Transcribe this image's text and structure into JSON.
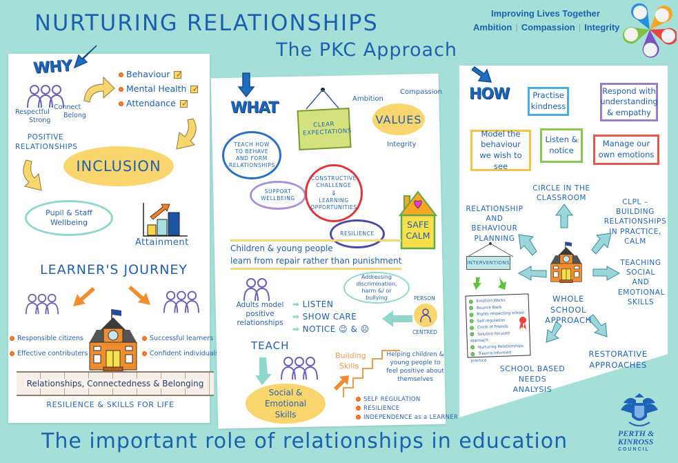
{
  "header": {
    "title": "NURTURING RELATIONSHIPS",
    "subtitle": "The PKC Approach",
    "tagline": "Improving Lives Together",
    "values": [
      "Ambition",
      "Compassion",
      "Integrity"
    ],
    "values_separator": "|"
  },
  "why": {
    "heading": "WHY",
    "checklist": [
      "Behaviour",
      "Mental Health",
      "Attendance"
    ],
    "people_words": [
      "Respectful",
      "Strong",
      "Connect",
      "Belong"
    ],
    "positive_relationships": "POSITIVE RELATIONSHIPS",
    "inclusion": "INCLUSION",
    "wellbeing": "Pupil & Staff Wellbeing",
    "attainment": "Attainment",
    "journey_title": "LEARNER'S JOURNEY",
    "capacities_left": [
      "Responsible citizens",
      "Effective contributers"
    ],
    "capacities_right": [
      "Successful learners",
      "Confident individuals"
    ],
    "foundation": "Relationships, Connectedness & Belonging",
    "resilience": "RESILIENCE & SKILLS FOR LIFE"
  },
  "what": {
    "heading": "WHAT",
    "clear_expectations": "CLEAR EXPECTATIONS",
    "values_label": "VALUES",
    "values_items": [
      "Ambition",
      "Compassion",
      "Integrity"
    ],
    "teach_bubble": "TEACH HOW TO BEHAVE AND FORM RELATIONSHIPS",
    "support_bubble": "SUPPORT WELLBEING",
    "challenge_bubble_top": "CONSTRUCTIVE CHALLENGE",
    "challenge_arrow": "⇓",
    "challenge_bubble_bottom": "LEARNING OPPORTUNITIES",
    "resilience_bubble": "RESILIENCE",
    "house_text": [
      "SAFE",
      "CALM"
    ],
    "repair_line1": "Children & young people",
    "repair_line2": "learn from repair rather than punishment",
    "addressing": "Addressing discrimination, harm &/ or bullying",
    "adults_model": "Adults model positive relationships",
    "actions": [
      "LISTEN",
      "SHOW CARE",
      "NOTICE ☺ & ☹"
    ],
    "person_centred_top": "PERSON",
    "person_centred_bottom": "CENTRED",
    "teach": "TEACH",
    "social_emotional": "Social & Emotional Skills",
    "building_skills": "Building Skills",
    "helping": "Helping children & young people to feel positive about themselves",
    "skills": [
      "SELF REGULATION",
      "RESILIENCE",
      "INDEPENDENCE as a LEARNER"
    ]
  },
  "how": {
    "heading": "HOW",
    "boxes": [
      {
        "text": "Practise kindness",
        "color": "#49aee6"
      },
      {
        "text": "Respond with understanding & empathy",
        "color": "#9b7fc6"
      },
      {
        "text": "Model the behaviour we wish to see",
        "color": "#f6c24a"
      },
      {
        "text": "Listen & notice",
        "color": "#8cc653"
      },
      {
        "text": "Manage our own emotions",
        "color": "#e8574e"
      }
    ],
    "center": "WHOLE SCHOOL APPROACH",
    "spokes": {
      "circle": "CIRCLE IN THE CLASSROOM",
      "relationship_planning": "RELATIONSHIP AND BEHAVIOUR PLANNING",
      "clpl": "CLPL – BUILDING RELATIONSHIPS IN PRACTICE, CALM",
      "teaching": "TEACHING SOCIAL AND EMOTIONAL SKILLS",
      "restorative": "RESTORATIVE APPROACHES",
      "needs_analysis": "SCHOOL BASED NEEDS ANALYSIS",
      "interventions": "INTERVENTIONS"
    },
    "intervention_list": [
      "Emotion Works",
      "Bounce Back",
      "Rights respecting school",
      "Self regulation",
      "Circle of Friends",
      "Solution focused approach",
      "Nurturing Relationships",
      "Trauma informed practice"
    ]
  },
  "footer": {
    "text": "The important role of relationships in education",
    "council_name": [
      "PERTH &",
      "KINROSS",
      "COUNCIL"
    ]
  },
  "colors": {
    "background": "#a4e0d7",
    "primary_blue": "#1b5fae",
    "accent_yellow": "#f9d56e",
    "accent_orange": "#f08127",
    "accent_teal": "#8fd6cb"
  }
}
